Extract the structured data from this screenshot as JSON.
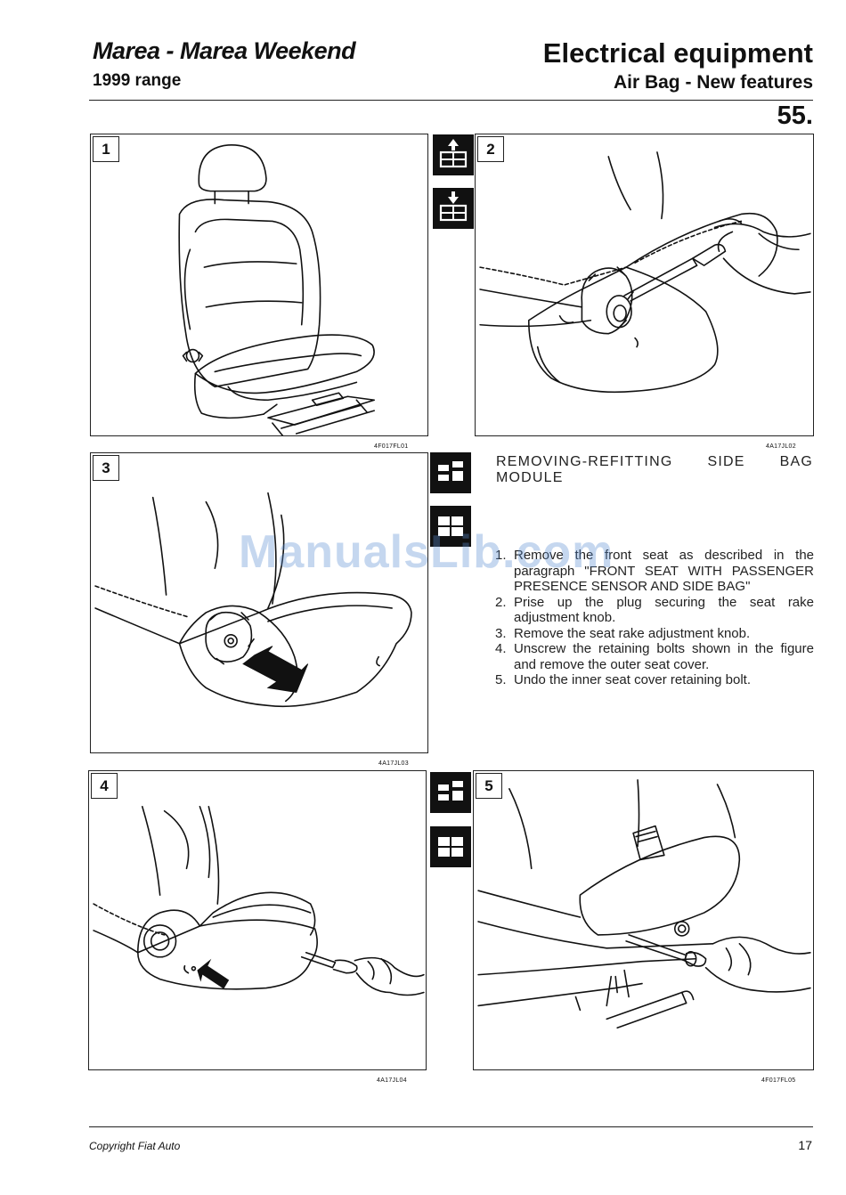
{
  "header": {
    "left_title": "Marea - Marea Weekend",
    "left_subtitle": "1999 range",
    "right_title": "Electrical equipment",
    "right_subtitle": "Air Bag - New features",
    "page_section": "55."
  },
  "figures": [
    {
      "number": "1",
      "code": "4F017FL01"
    },
    {
      "number": "2",
      "code": "4A17JL02"
    },
    {
      "number": "3",
      "code": "4A17JL03"
    },
    {
      "number": "4",
      "code": "4A17JL04"
    },
    {
      "number": "5",
      "code": "4F017FL05"
    }
  ],
  "icons": {
    "op_remove": "remove-operation-icon",
    "op_refit": "refit-operation-icon",
    "op_disassemble": "disassemble-icon",
    "op_assemble": "assemble-icon"
  },
  "section": {
    "title_line1_words": [
      "REMOVING-REFITTING",
      "SIDE",
      "BAG"
    ],
    "title_line2": "MODULE"
  },
  "steps": [
    {
      "n": "1.",
      "text": "Remove the front seat as described in the paragraph \"FRONT SEAT WITH PASSENGER PRESENCE SENSOR AND SIDE BAG\""
    },
    {
      "n": "2.",
      "text": "Prise up the plug securing the seat rake adjustment knob."
    },
    {
      "n": "3.",
      "text": "Remove the seat rake adjustment knob."
    },
    {
      "n": "4.",
      "text": "Unscrew the retaining bolts shown in the figure and remove the outer seat cover."
    },
    {
      "n": "5.",
      "text": "Undo the inner seat cover retaining bolt."
    }
  ],
  "watermark": "ManualsLib.com",
  "footer": {
    "copyright": "Copyright  Fiat Auto",
    "page_number": "17"
  }
}
